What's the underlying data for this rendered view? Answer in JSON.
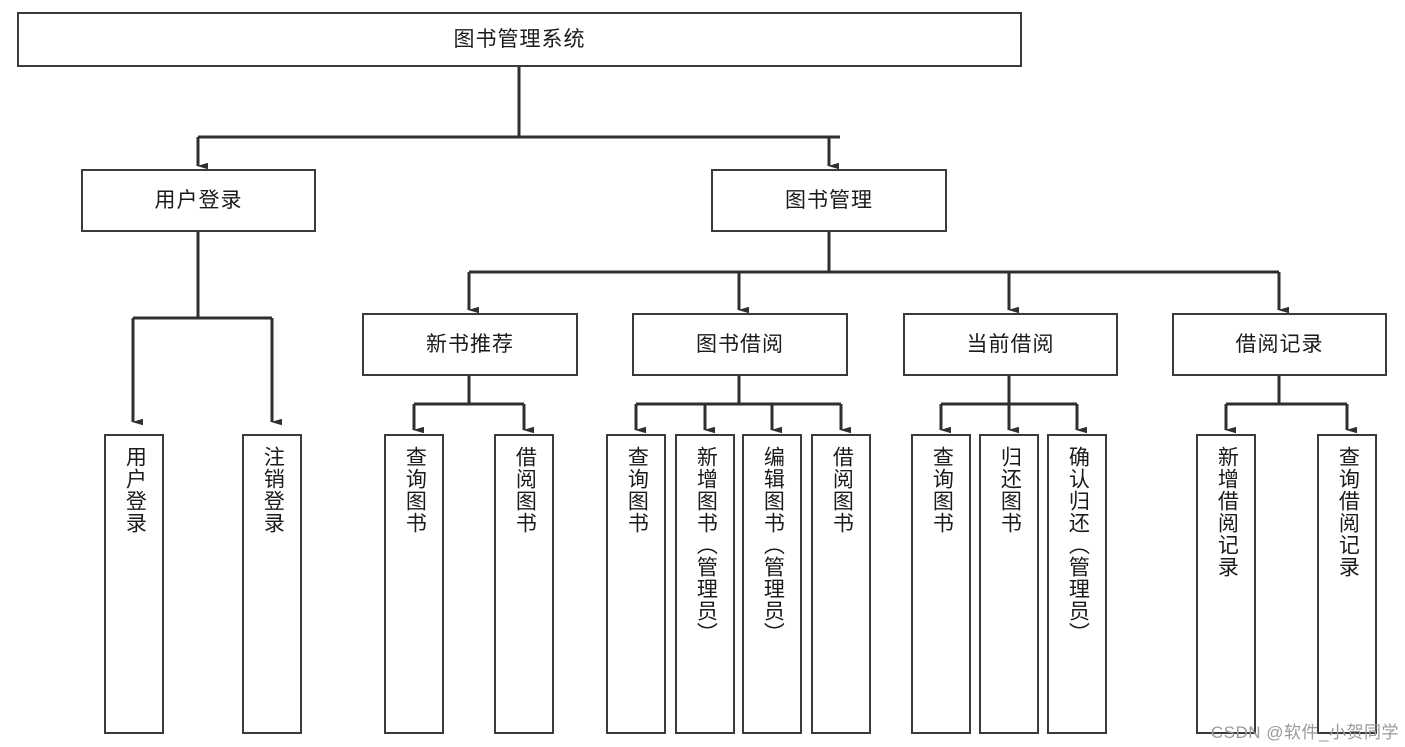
{
  "diagram": {
    "title": "图书管理系统",
    "type": "hierarchy-tree",
    "watermark": "CSDN @软件_小贺同学",
    "colors": {
      "node_border": "#3a3a3a",
      "node_fill": "#ffffff",
      "connector": "#2f2f2f",
      "text": "#1b1b1b",
      "watermark": "#9a9a9a",
      "background": "#ffffff"
    }
  },
  "nodes": {
    "root": {
      "label": "图书管理系统",
      "level": 0
    },
    "level1": [
      {
        "id": "user-login",
        "label": "用户登录"
      },
      {
        "id": "book-manage",
        "label": "图书管理"
      }
    ],
    "level2": [
      {
        "id": "new-book-recommend",
        "label": "新书推荐",
        "parent": "book-manage"
      },
      {
        "id": "book-borrow",
        "label": "图书借阅",
        "parent": "book-manage"
      },
      {
        "id": "current-borrow",
        "label": "当前借阅",
        "parent": "book-manage"
      },
      {
        "id": "borrow-record",
        "label": "借阅记录",
        "parent": "book-manage"
      }
    ],
    "leaves": [
      {
        "id": "leaf-user-login",
        "label": "用户登录",
        "parent": "user-login"
      },
      {
        "id": "leaf-logout",
        "label": "注销登录",
        "parent": "user-login"
      },
      {
        "id": "leaf-query-book-1",
        "label": "查询图书",
        "parent": "new-book-recommend"
      },
      {
        "id": "leaf-borrow-book-1",
        "label": "借阅图书",
        "parent": "new-book-recommend"
      },
      {
        "id": "leaf-query-book-2",
        "label": "查询图书",
        "parent": "book-borrow"
      },
      {
        "id": "leaf-add-book",
        "label": "新增图书（管理员）",
        "parent": "book-borrow"
      },
      {
        "id": "leaf-edit-book",
        "label": "编辑图书（管理员）",
        "parent": "book-borrow"
      },
      {
        "id": "leaf-borrow-book-2",
        "label": "借阅图书",
        "parent": "book-borrow"
      },
      {
        "id": "leaf-query-book-3",
        "label": "查询图书",
        "parent": "current-borrow"
      },
      {
        "id": "leaf-return-book",
        "label": "归还图书",
        "parent": "current-borrow"
      },
      {
        "id": "leaf-confirm-return",
        "label": "确认归还（管理员）",
        "parent": "current-borrow"
      },
      {
        "id": "leaf-add-record",
        "label": "新增借阅记录",
        "parent": "borrow-record"
      },
      {
        "id": "leaf-query-record",
        "label": "查询借阅记录",
        "parent": "borrow-record"
      }
    ]
  }
}
